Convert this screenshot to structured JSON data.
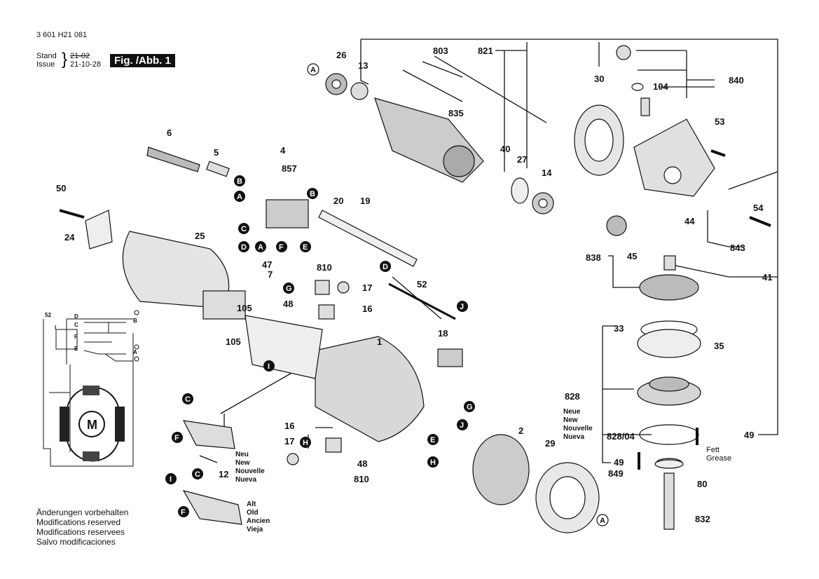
{
  "header": {
    "doc_number": "3 601 H21 081",
    "stand_label": "Stand",
    "issue_label": "Issue",
    "stand_date": "21-02",
    "issue_date": "21-10-28",
    "figure_badge": "Fig. /Abb. 1"
  },
  "footer": {
    "lines": [
      "Änderungen vorbehalten",
      "Modifications reserved",
      "Modifications reservees",
      "Salvo modificaciones"
    ]
  },
  "notes": {
    "new_lines": [
      "Neu",
      "New",
      "Nouvelle",
      "Nueva"
    ],
    "old_lines": [
      "Alt",
      "Old",
      "Ancien",
      "Vieja"
    ],
    "neue_lines": [
      "Neue",
      "New",
      "Nouvelle",
      "Nueva"
    ],
    "grease_lines": [
      "Fett",
      "Grease"
    ]
  },
  "part_numbers": [
    "26",
    "13",
    "803",
    "821",
    "30",
    "840",
    "104",
    "835",
    "53",
    "6",
    "4",
    "857",
    "5",
    "40",
    "27",
    "14",
    "50",
    "20",
    "19",
    "54",
    "24",
    "25",
    "44",
    "843",
    "47",
    "810",
    "7",
    "52",
    "838",
    "45",
    "41",
    "48",
    "17",
    "16",
    "105",
    "1",
    "33",
    "35",
    "18",
    "828",
    "49",
    "828/04",
    "2",
    "29",
    "12",
    "80",
    "849",
    "832"
  ],
  "connector_letters": [
    "A",
    "B",
    "C",
    "D",
    "E",
    "F",
    "G",
    "H",
    "I",
    "J"
  ],
  "wiring": {
    "labels": [
      "52",
      "D",
      "C",
      "I",
      "F",
      "E",
      "B",
      "A",
      "M"
    ]
  }
}
